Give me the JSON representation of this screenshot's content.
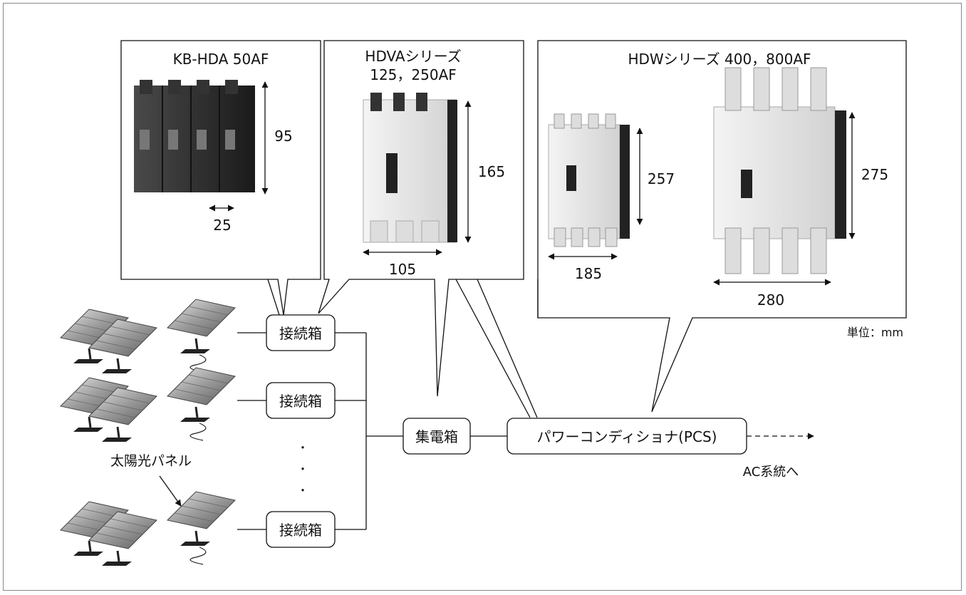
{
  "callouts": {
    "kb_hda": {
      "title": "KB-HDA 50AF",
      "height_dim": "95",
      "width_dim": "25"
    },
    "hdva": {
      "title_line1": "HDVAシリーズ",
      "title_line2": "125，250AF",
      "height_dim": "165",
      "width_dim": "105"
    },
    "hdw": {
      "title": "HDWシリーズ 400，800AF",
      "small": {
        "height_dim": "257",
        "width_dim": "185"
      },
      "large": {
        "height_dim": "275",
        "width_dim": "280"
      }
    }
  },
  "unit_label": "単位：mm",
  "boxes": {
    "junction_1": "接続箱",
    "junction_2": "接続箱",
    "junction_3": "接続箱",
    "collector": "集電箱",
    "pcs": "パワーコンディショナ(PCS)"
  },
  "ellipsis_dots": [
    "・",
    "・",
    "・"
  ],
  "solar_panel_label": "太陽光パネル",
  "ac_label": "AC系統へ",
  "colors": {
    "line": "#111111",
    "breaker_dark": "#2a2a2a",
    "breaker_light": "#e6e6e6",
    "panel": "#b0b0b0"
  }
}
